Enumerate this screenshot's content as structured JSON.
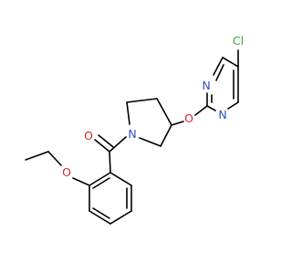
{
  "molecule": {
    "atoms": {
      "chlorine": "Cl",
      "pyrimidine_n_upper": "N",
      "pyrimidine_n_lower": "N",
      "ether_o_pyrimidine": "O",
      "pyrrolidine_n": "N",
      "carbonyl_o": "O",
      "ethoxy_o": "O"
    },
    "colors": {
      "bond": "#000000",
      "nitrogen": "#2f4fc8",
      "oxygen": "#d8262c",
      "chlorine": "#36a83a",
      "background": "#ffffff"
    }
  }
}
